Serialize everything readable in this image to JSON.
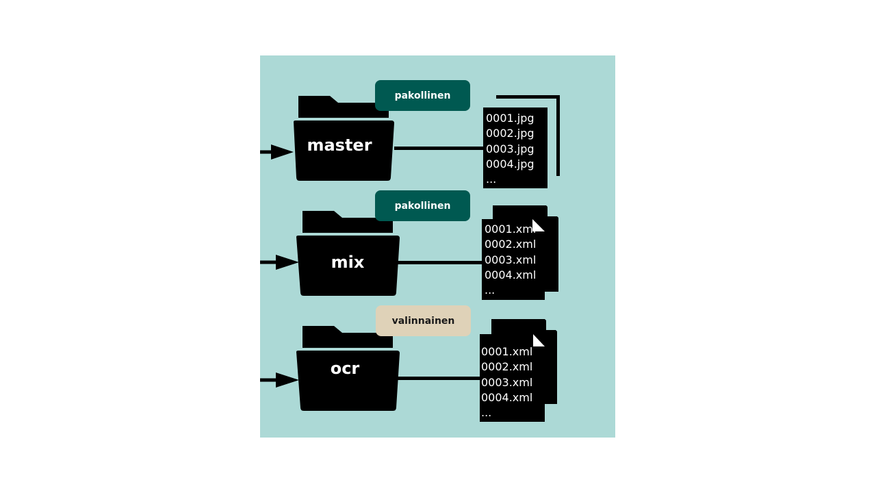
{
  "folders": [
    {
      "name": "master",
      "status": "pakollinen",
      "files": [
        "0001.jpg",
        "0002.jpg",
        "0003.jpg",
        "0004.jpg",
        "..."
      ]
    },
    {
      "name": "mix",
      "status": "pakollinen",
      "files": [
        "0001.xml",
        "0002.xml",
        "0003.xml",
        "0004.xml",
        "..."
      ]
    },
    {
      "name": "ocr",
      "status": "valinnainen",
      "files": [
        "0001.xml",
        "0002.xml",
        "0003.xml",
        "0004.xml",
        "..."
      ]
    }
  ],
  "colors": {
    "background": "#acd9d6",
    "required_badge": "#005951",
    "optional_badge": "#dfd2b8",
    "shape": "#000000"
  }
}
